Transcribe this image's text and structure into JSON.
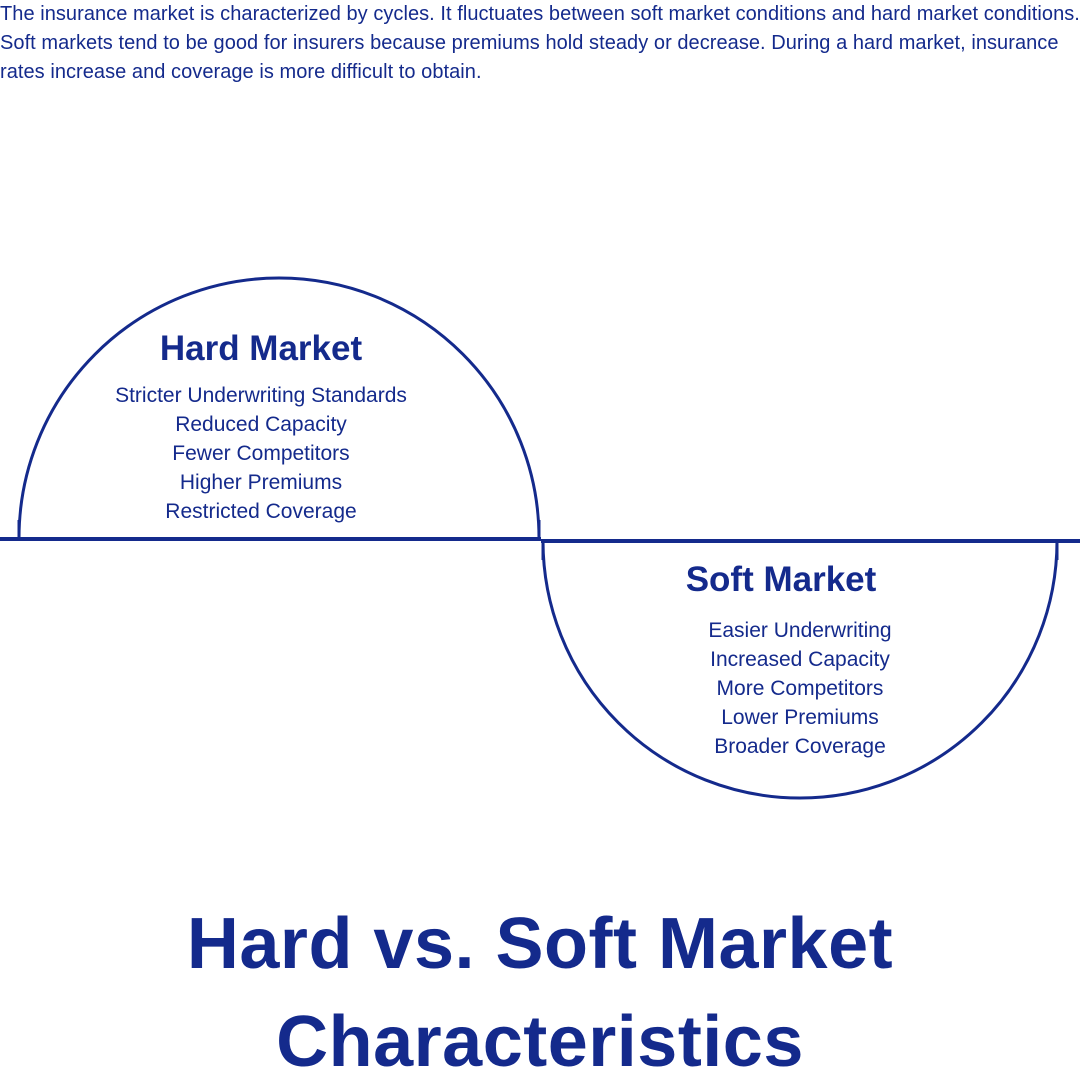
{
  "intro_text": "The insurance market is characterized by cycles. It fluctuates between soft market conditions and hard market conditions. Soft markets tend to be good for insurers because premiums hold steady or decrease. During a hard market, insurance rates increase and coverage is more difficult to obtain.",
  "colors": {
    "primary": "#142a8c",
    "background": "#ffffff"
  },
  "hard_market": {
    "heading": "Hard Market",
    "items": [
      "Stricter Underwriting Standards",
      "Reduced Capacity",
      "Fewer Competitors",
      "Higher Premiums",
      "Restricted Coverage"
    ]
  },
  "soft_market": {
    "heading": "Soft Market",
    "items": [
      "Easier Underwriting",
      "Increased Capacity",
      "More Competitors",
      "Lower Premiums",
      "Broader Coverage"
    ]
  },
  "title": {
    "line1": "Hard vs. Soft Market",
    "line2": "Characteristics"
  }
}
